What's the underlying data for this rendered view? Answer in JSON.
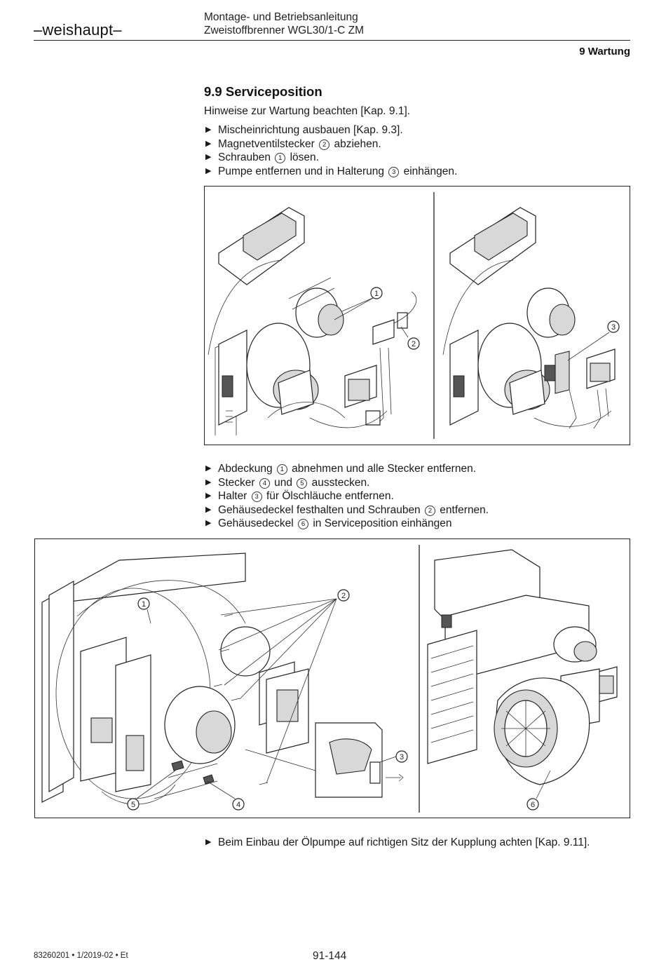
{
  "header": {
    "logo": "–weishaupt–",
    "title_line1": "Montage- und Betriebsanleitung",
    "title_line2": "Zweistoffbrenner WGL30/1-C ZM",
    "chapter": "9 Wartung"
  },
  "section": {
    "title": "9.9 Serviceposition",
    "intro": "Hinweise zur Wartung beachten [Kap. 9.1]."
  },
  "steps1": [
    {
      "a": "Mischeinrichtung ausbauen [Kap. 9.3].",
      "n": "",
      "b": ""
    },
    {
      "a": "Magnetventilstecker ",
      "n": "2",
      "b": " abziehen."
    },
    {
      "a": "Schrauben ",
      "n": "1",
      "b": " lösen."
    },
    {
      "a": "Pumpe entfernen und in Halterung ",
      "n": "3",
      "b": " einhängen."
    }
  ],
  "steps2": [
    {
      "a": "Abdeckung ",
      "n": "1",
      "b": " abnehmen und alle Stecker entfernen."
    },
    {
      "a": "Stecker ",
      "n": "4",
      "b": " und ",
      "n2": "5",
      "c": " ausstecken."
    },
    {
      "a": "Halter ",
      "n": "3",
      "b": " für Ölschläuche entfernen."
    },
    {
      "a": "Gehäusedeckel festhalten und Schrauben ",
      "n": "2",
      "b": " entfernen."
    },
    {
      "a": "Gehäusedeckel ",
      "n": "6",
      "b": " in Serviceposition einhängen"
    }
  ],
  "steps3": [
    {
      "a": "Beim Einbau der Ölpumpe auf richtigen Sitz der Kupplung achten [Kap. 9.11]."
    }
  ],
  "figure1": {
    "callouts_left": [
      "1",
      "2"
    ],
    "callouts_right": [
      "3"
    ]
  },
  "figure2": {
    "callouts_left": [
      "1",
      "2",
      "3",
      "4",
      "5"
    ],
    "callouts_right": [
      "6"
    ]
  },
  "footer": {
    "code": "83260201 • 1/2019-02 • Et",
    "page": "91-144"
  }
}
